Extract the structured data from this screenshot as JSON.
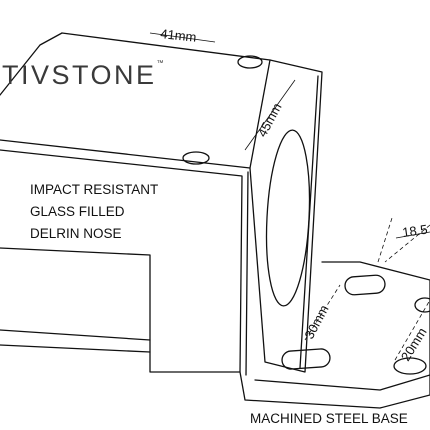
{
  "brand": {
    "name": "TIVSTONE",
    "mark": "™"
  },
  "notes": {
    "nose_line1": "IMPACT RESISTANT",
    "nose_line2": "GLASS FILLED",
    "nose_line3": "DELRIN NOSE",
    "base": "MACHINED STEEL BASE"
  },
  "dimensions": {
    "width": "41mm",
    "height": "45mm",
    "slot": "30mm",
    "hole": "20mm",
    "offset": "18.5"
  }
}
